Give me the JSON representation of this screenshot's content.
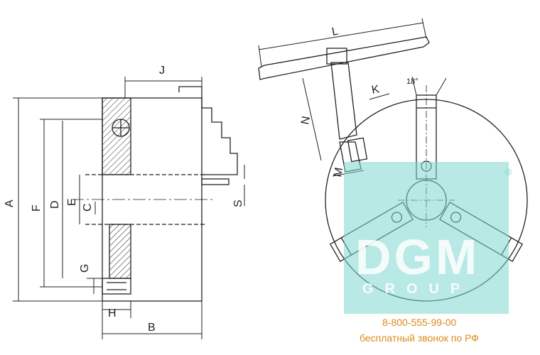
{
  "dimensions": {
    "J": "J",
    "A": "A",
    "F": "F",
    "D": "D",
    "E": "E",
    "C": "C",
    "S": "S",
    "G": "G",
    "H": "H",
    "B": "B",
    "L": "L",
    "K": "K",
    "N": "N",
    "M": "M",
    "angle": "18°"
  },
  "watermark": {
    "logo": "DGM",
    "group": "GROUP",
    "registered": "®"
  },
  "contact": {
    "phone": "8-800-555-99-00",
    "free_call": "бесплатный звонок по РФ"
  },
  "colors": {
    "line": "#222222",
    "watermark": "#7fd7cf",
    "contact_text": "#e08a1a"
  }
}
